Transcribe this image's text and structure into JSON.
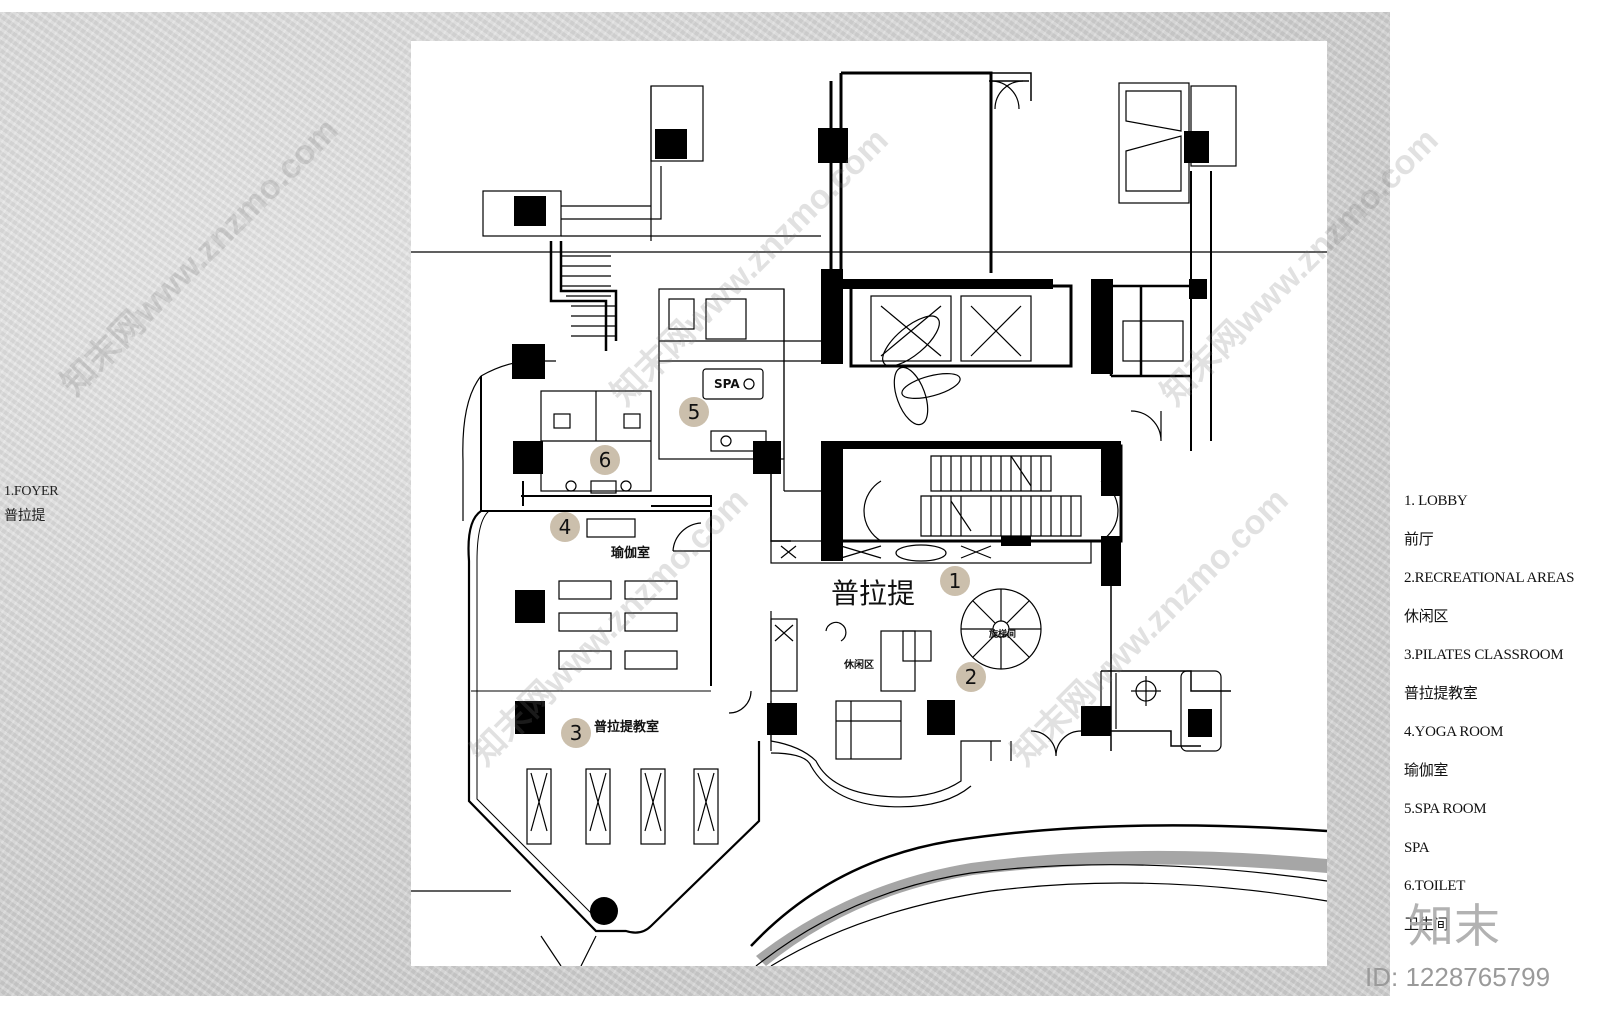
{
  "left_labels": {
    "foyer_en": "1.FOYER",
    "foyer_cn": "普拉提"
  },
  "legend": [
    "1. LOBBY",
    "前厅",
    "2.RECREATIONAL AREAS",
    "休闲区",
    "3.PILATES CLASSROOM",
    "普拉提教室",
    "4.YOGA ROOM",
    "瑜伽室",
    "5.SPA ROOM",
    "SPA",
    "6.TOILET",
    "卫生间"
  ],
  "plan": {
    "room_yoga": "瑜伽室",
    "room_pilates": "普拉提教室",
    "room_spa": "SPA",
    "room_lounge": "休闲区",
    "room_stair": "旋梯间",
    "big_label": "普拉提",
    "markers": [
      "1",
      "2",
      "3",
      "4",
      "5",
      "6"
    ]
  },
  "watermarks": [
    "知末网www.znzmo.com"
  ],
  "logo": "知末",
  "image_id": "ID: 1228765799",
  "colors": {
    "wall": "#000000",
    "marker": "#cbbfac",
    "backdrop": "#d6d6d6"
  }
}
